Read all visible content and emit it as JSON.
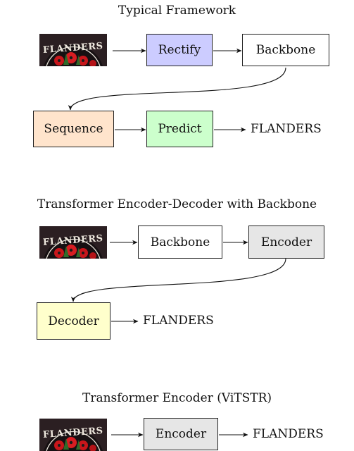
{
  "sections": [
    {
      "title": "Typical Framework",
      "nodes": [
        "Rectify",
        "Backbone",
        "Sequence",
        "Predict"
      ],
      "output": "FLANDERS"
    },
    {
      "title": "Transformer Encoder-Decoder with Backbone",
      "nodes": [
        "Backbone",
        "Encoder",
        "Decoder"
      ],
      "output": "FLANDERS"
    },
    {
      "title": "Transformer Encoder (ViTSTR)",
      "nodes": [
        "Encoder"
      ],
      "output": "FLANDERS"
    }
  ],
  "image_text": "FLANDERS",
  "colors": {
    "rectify": "#ccccff",
    "sequence": "#ffe4cc",
    "predict": "#ccffcc",
    "encoder": "#e6e6e6",
    "decoder": "#ffffcc",
    "backbone": "#ffffff"
  }
}
